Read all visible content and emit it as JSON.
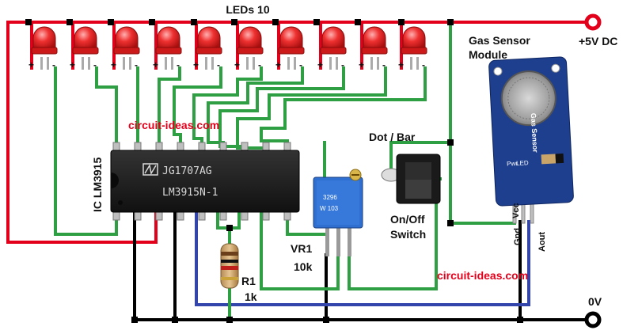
{
  "title": "LEDs 10",
  "supply": {
    "plus": "+5V DC",
    "ground": "0V"
  },
  "ic": {
    "label": "IC LM3915",
    "marking_line1": "JG1707AG",
    "marking_line2": "LM3915N-1"
  },
  "resistor": {
    "ref": "R1",
    "value": "1k"
  },
  "pot": {
    "ref": "VR1",
    "value": "10k"
  },
  "switch": {
    "mode_label": "Dot / Bar",
    "label_line1": "On/Off",
    "label_line2": "Switch"
  },
  "sensor": {
    "title_line1": "Gas Sensor",
    "title_line2": "Module",
    "board_text": "Gas Sensor",
    "pin_vcc": "Vcc",
    "pin_gnd": "Gnd",
    "pin_aout": "Aout"
  },
  "led_polarity": {
    "plus": "+",
    "minus": "-"
  },
  "led_count": 10,
  "watermarks": [
    "circuit-ideas.com",
    "circuit-ideas.com"
  ],
  "colors": {
    "positive_rail": "#e3001b",
    "ground_rail": "#000000",
    "signal_wire": "#2ea043",
    "blue_wire": "#3344aa",
    "led": "#e82020",
    "ic_body": "#1c1c1c",
    "pot_body": "#2f6fd0",
    "sensor_board": "#1e3f8e"
  }
}
